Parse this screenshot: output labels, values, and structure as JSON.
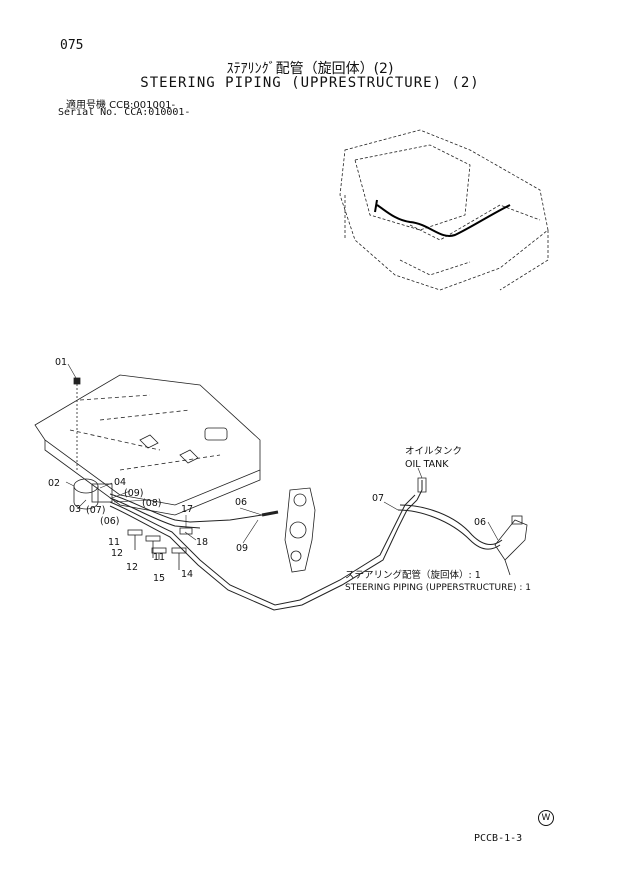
{
  "page_number": "075",
  "title_jp": "ｽﾃｱﾘﾝｸﾞ配管（旋回体）(2)",
  "title_en": "STEERING PIPING (UPPRESTRUCTURE) (2)",
  "serial": {
    "jp": "適用号機  CCB:001001-",
    "en": "Serial No. CCA:010001-"
  },
  "callouts": {
    "c01": "01",
    "c02": "02",
    "c03": "03",
    "c04": "04",
    "c07p": "(07)",
    "c06p": "(06)",
    "c09p": "(09)",
    "c08p": "(08)",
    "c11a": "11",
    "c12a": "12",
    "c12b": "12",
    "c11b": "11",
    "c15": "15",
    "c14": "14",
    "c18": "18",
    "c17": "17",
    "c06a": "06",
    "c09": "09",
    "c07": "07",
    "c06b": "06"
  },
  "oil_tank": {
    "jp": "オイルタンク",
    "en": "OIL TANK"
  },
  "assembly": {
    "jp": "ステアリング配管（旋回体）: 1",
    "en": "STEERING PIPING (UPPERSTRUCTURE) : 1"
  },
  "mark": "W",
  "page_code": "PCCB-1-3"
}
